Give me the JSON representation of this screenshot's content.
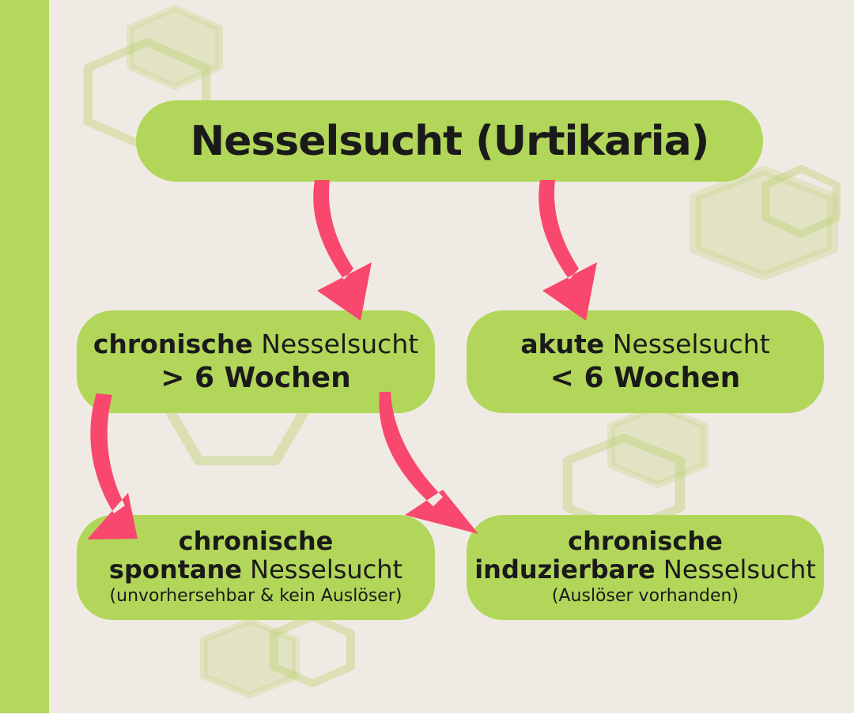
{
  "title": "Nesselsucht (Urtikaria)",
  "level2": {
    "chronic": {
      "emphasis": "chronische",
      "noun": "Nesselsucht",
      "duration": "> 6 Wochen"
    },
    "acute": {
      "emphasis": "akute",
      "noun": "Nesselsucht",
      "duration": "< 6 Wochen"
    }
  },
  "level3": {
    "spontaneous": {
      "line1": "chronische",
      "emphasis": "spontane",
      "noun": "Nesselsucht",
      "note": "(unvorhersehbar & kein Auslöser)"
    },
    "inducible": {
      "line1": "chronische",
      "emphasis": "induzierbare",
      "noun": "Nesselsucht",
      "note": "(Auslöser vorhanden)"
    }
  },
  "colors": {
    "background": "#efebe4",
    "box_green": "#b2d65a",
    "sidebar_green": "#b5d95c",
    "arrow_pink": "#f8486d",
    "text": "#1a1a1a",
    "decoration_green": "#c9d587"
  }
}
